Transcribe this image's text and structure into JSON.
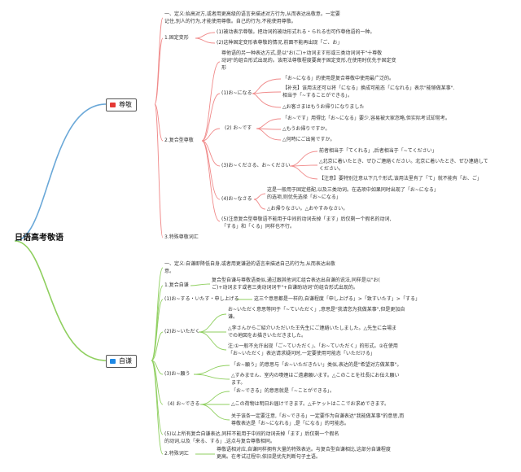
{
  "root": "日语高考敬语",
  "colors": {
    "honorific": "#6aa8d8",
    "humble": "#8fcf5f",
    "flag_red": "#e53935",
    "flag_blue": "#1e88e5"
  },
  "honorific": {
    "label": "尊敬",
    "icon": "red-flag-icon",
    "n1": "一、定义:抬高对方,或者用更高级的语言来描述对方行为,从而表达出敬意。一定要",
    "n1b": "记住,别人的行为,才能使用尊敬。自己的行为,不能使用尊敬。",
    "c1": "1.固定变形",
    "c1a": "(1)被动表示尊敬。把动词的被动形式れる・られる也可作尊他语的一种。",
    "c1b": "(2)这种固定变形表尊敬的情况,前面不能再出现「ご、お」",
    "c2": "2.复合型尊敬",
    "c2intro1": "尊他语的另一种表达方式,是以\"お(ご)+动词ます形或三类动词词干\"十尊敬",
    "c2intro2": "动词\"的组合形式出现的。该用法尊敬程度要高于固定变形,在使用时优先于固定变",
    "c2intro3": "形",
    "s1": "(1)お~になる",
    "s1a": "「お~になる」的使用是复合尊敬中使用最广泛的。",
    "s1b1": "【补充】该用法还可以将「になる」换成可能态「になれる」表示\"能够做某事\".",
    "s1b2": "相当于「~することができる」。",
    "s1c": "△お客さまはもうお帰りになりました",
    "s2": "(2) お~です",
    "s2a": "「お~です」用得比「お~になる」要少,容易被大家忽略,但实际考试却常考。",
    "s2b": "△もうお帰りですか。",
    "s2c": "△何時にご出発ですか。",
    "s3": "(3)お~くださる、お~ください",
    "s3a": "前者相当于「てくれる」,后者相当于「~てください」",
    "s3b": "△北京に着いたとき、ぜひご連絡ください。北京に着いたとき、ぜひ連絡して",
    "s3b2": "ください。",
    "s3c": "【注意】要特别注意以下几个形式,该用法里有了「て」就不能有「お、ご」",
    "s4": "(4)お~なさる",
    "s4a": "这是一般用于固定搭配,以及三类动词。在选项中如果同时出现了「お~になる」",
    "s4b": "的选项,则优先选择「お~になる」",
    "s4c": "△お帰りなさい。△おやすみなさい。",
    "s5": "(5)注意复合型尊敬语不能用于中间的动词去掉「ます」后仅剩一个假名的动词,",
    "s5b": "「する」和「くる」同样也不行。",
    "c3": "3.特殊尊敬词汇"
  },
  "humble": {
    "label": "自谦",
    "icon": "blue-flag-icon",
    "n1": "一、定义:自谦即降低自身,或者用更谦逊的语言来描述自己的行为,从而表达出敬",
    "n1b": "意。",
    "c1": "1.复合自谦",
    "c1a1": "复合型自谦与尊敬语类似,通过跟其他词汇组合表达出自谦的说法,同样是以\"お(",
    "c1a2": "ご)+动词ます或者三类动词词干\"+自谦助动词\"的组合形式出现的。",
    "h1": "(1)お~する・いたす・申し上げる",
    "h1a": "这三个意思都是一样的,自谦程度「申し上げる」>「致すいたす」>「する」",
    "h2": "(2)お~いただく",
    "h2a1": "お~いただく意思等同于「~ていただく」,意思是\"我请您为我做某事\",但是更加自",
    "h2a2": "谦。",
    "h2b1": "△李さんからご紹介いただいた王先生にご連絡いたしました。△先生に会場ま",
    "h2b2": "での地図をお描きいただきました。",
    "h2c1": "注:①一般不允许出现「ご~ていただく」、「お~ていただく」的形式。②在使用",
    "h2c2": "「お~いただく」表达请求疑问时,一定要使用可能态「いただける」",
    "h3": "(3)お~願う",
    "h3a": "「お~願う」的意思与「お~いただきたい」类似,表达的是\"希望对方做某事\"。",
    "h3b1": "△すみません、室内の喫煙はご遠慮願います。△このことを社長にお伝え願い",
    "h3b2": "ます。",
    "h4": "(4) お~できる",
    "h4a": "「お~できる」的意思就是「~ことができる」。",
    "h4b": "△この荷物は明日お届けできます。△チケットはここでお求めできます。",
    "h4c1": "关于该条一定要注意,「お~できる」一定要作为自谦表达\"我能做某事\"的意思,而",
    "h4c2": "尊敬表达是「お~になれる」,是「になる」的可能态。",
    "h5a": "(5)以上所有复合自谦表达,同样不能用于中间的动词去掉「ます」后仅剩一个假名",
    "h5b": "的动词,以及「来る、する」,这点与复合尊敬相同。",
    "c2": "2.特殊词汇",
    "c2a1": "尊敬语相对应,自谦同样拥有大量的特殊表达。与复合型自谦相比,这部分自谦程度",
    "c2a2": "更高。在考试过程中,依旧是优先判断句子主语。"
  }
}
